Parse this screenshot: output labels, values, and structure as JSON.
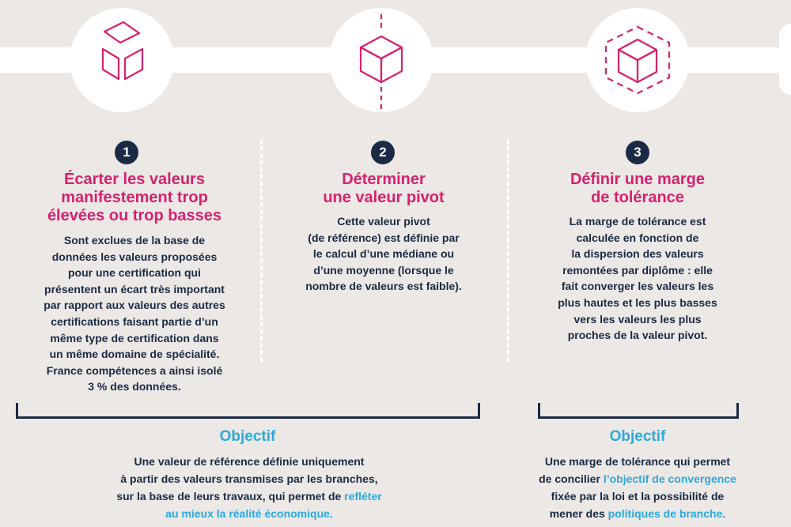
{
  "steps": [
    {
      "number": "1",
      "title": [
        "Écarter les valeurs",
        "manifestement trop",
        "élevées ou trop basses"
      ],
      "body": [
        "Sont exclues de la base de",
        "données les valeurs proposées",
        "pour une certification qui",
        "présentent un écart très important",
        "par rapport aux valeurs des autres",
        "certifications faisant partie d’un",
        "même type de certification dans",
        "un même domaine de spécialité.",
        "France compétences a ainsi isolé",
        "3 % des données."
      ],
      "icon": "scattered-cube-icon"
    },
    {
      "number": "2",
      "title": [
        "Déterminer",
        "une valeur pivot"
      ],
      "body": [
        "Cette valeur pivot",
        "(de référence) est définie par",
        "le calcul d’une médiane ou",
        "d’une moyenne (lorsque le",
        "nombre de valeurs est faible)."
      ],
      "icon": "cube-pivot-icon"
    },
    {
      "number": "3",
      "title": [
        "Définir une marge",
        "de tolérance"
      ],
      "body": [
        "La marge de tolérance est",
        "calculée en fonction de",
        "la dispersion des valeurs",
        "remontées par diplôme : elle",
        "fait converger les valeurs les",
        "plus hautes et les plus basses",
        "vers les valeurs les plus",
        "proches de la valeur pivot."
      ],
      "icon": "cube-tolerance-icon"
    }
  ],
  "objectives": [
    {
      "title": "Objectif",
      "lines": [
        {
          "plain": "Une valeur de référence définie uniquement",
          "hl": ""
        },
        {
          "plain": "à partir des valeurs transmises par les branches,",
          "hl": ""
        },
        {
          "plain": "sur la base de leurs travaux, qui permet de ",
          "hl": "refléter"
        },
        {
          "plain": "",
          "hl": "au mieux la réalité économique."
        }
      ]
    },
    {
      "title": "Objectif",
      "lines": [
        {
          "plain": "Une marge de tolérance qui permet",
          "hl": ""
        },
        {
          "plain": "de concilier ",
          "hl": "l’objectif de convergence"
        },
        {
          "plain": "fixée par la loi et la possibilité de",
          "hl": ""
        },
        {
          "plain": "mener des ",
          "hl": "politiques de branche."
        }
      ]
    }
  ],
  "colors": {
    "background": "#ebe8e5",
    "accent_pink": "#d6216f",
    "accent_blue": "#2aa9de",
    "navy": "#1b2a44"
  }
}
